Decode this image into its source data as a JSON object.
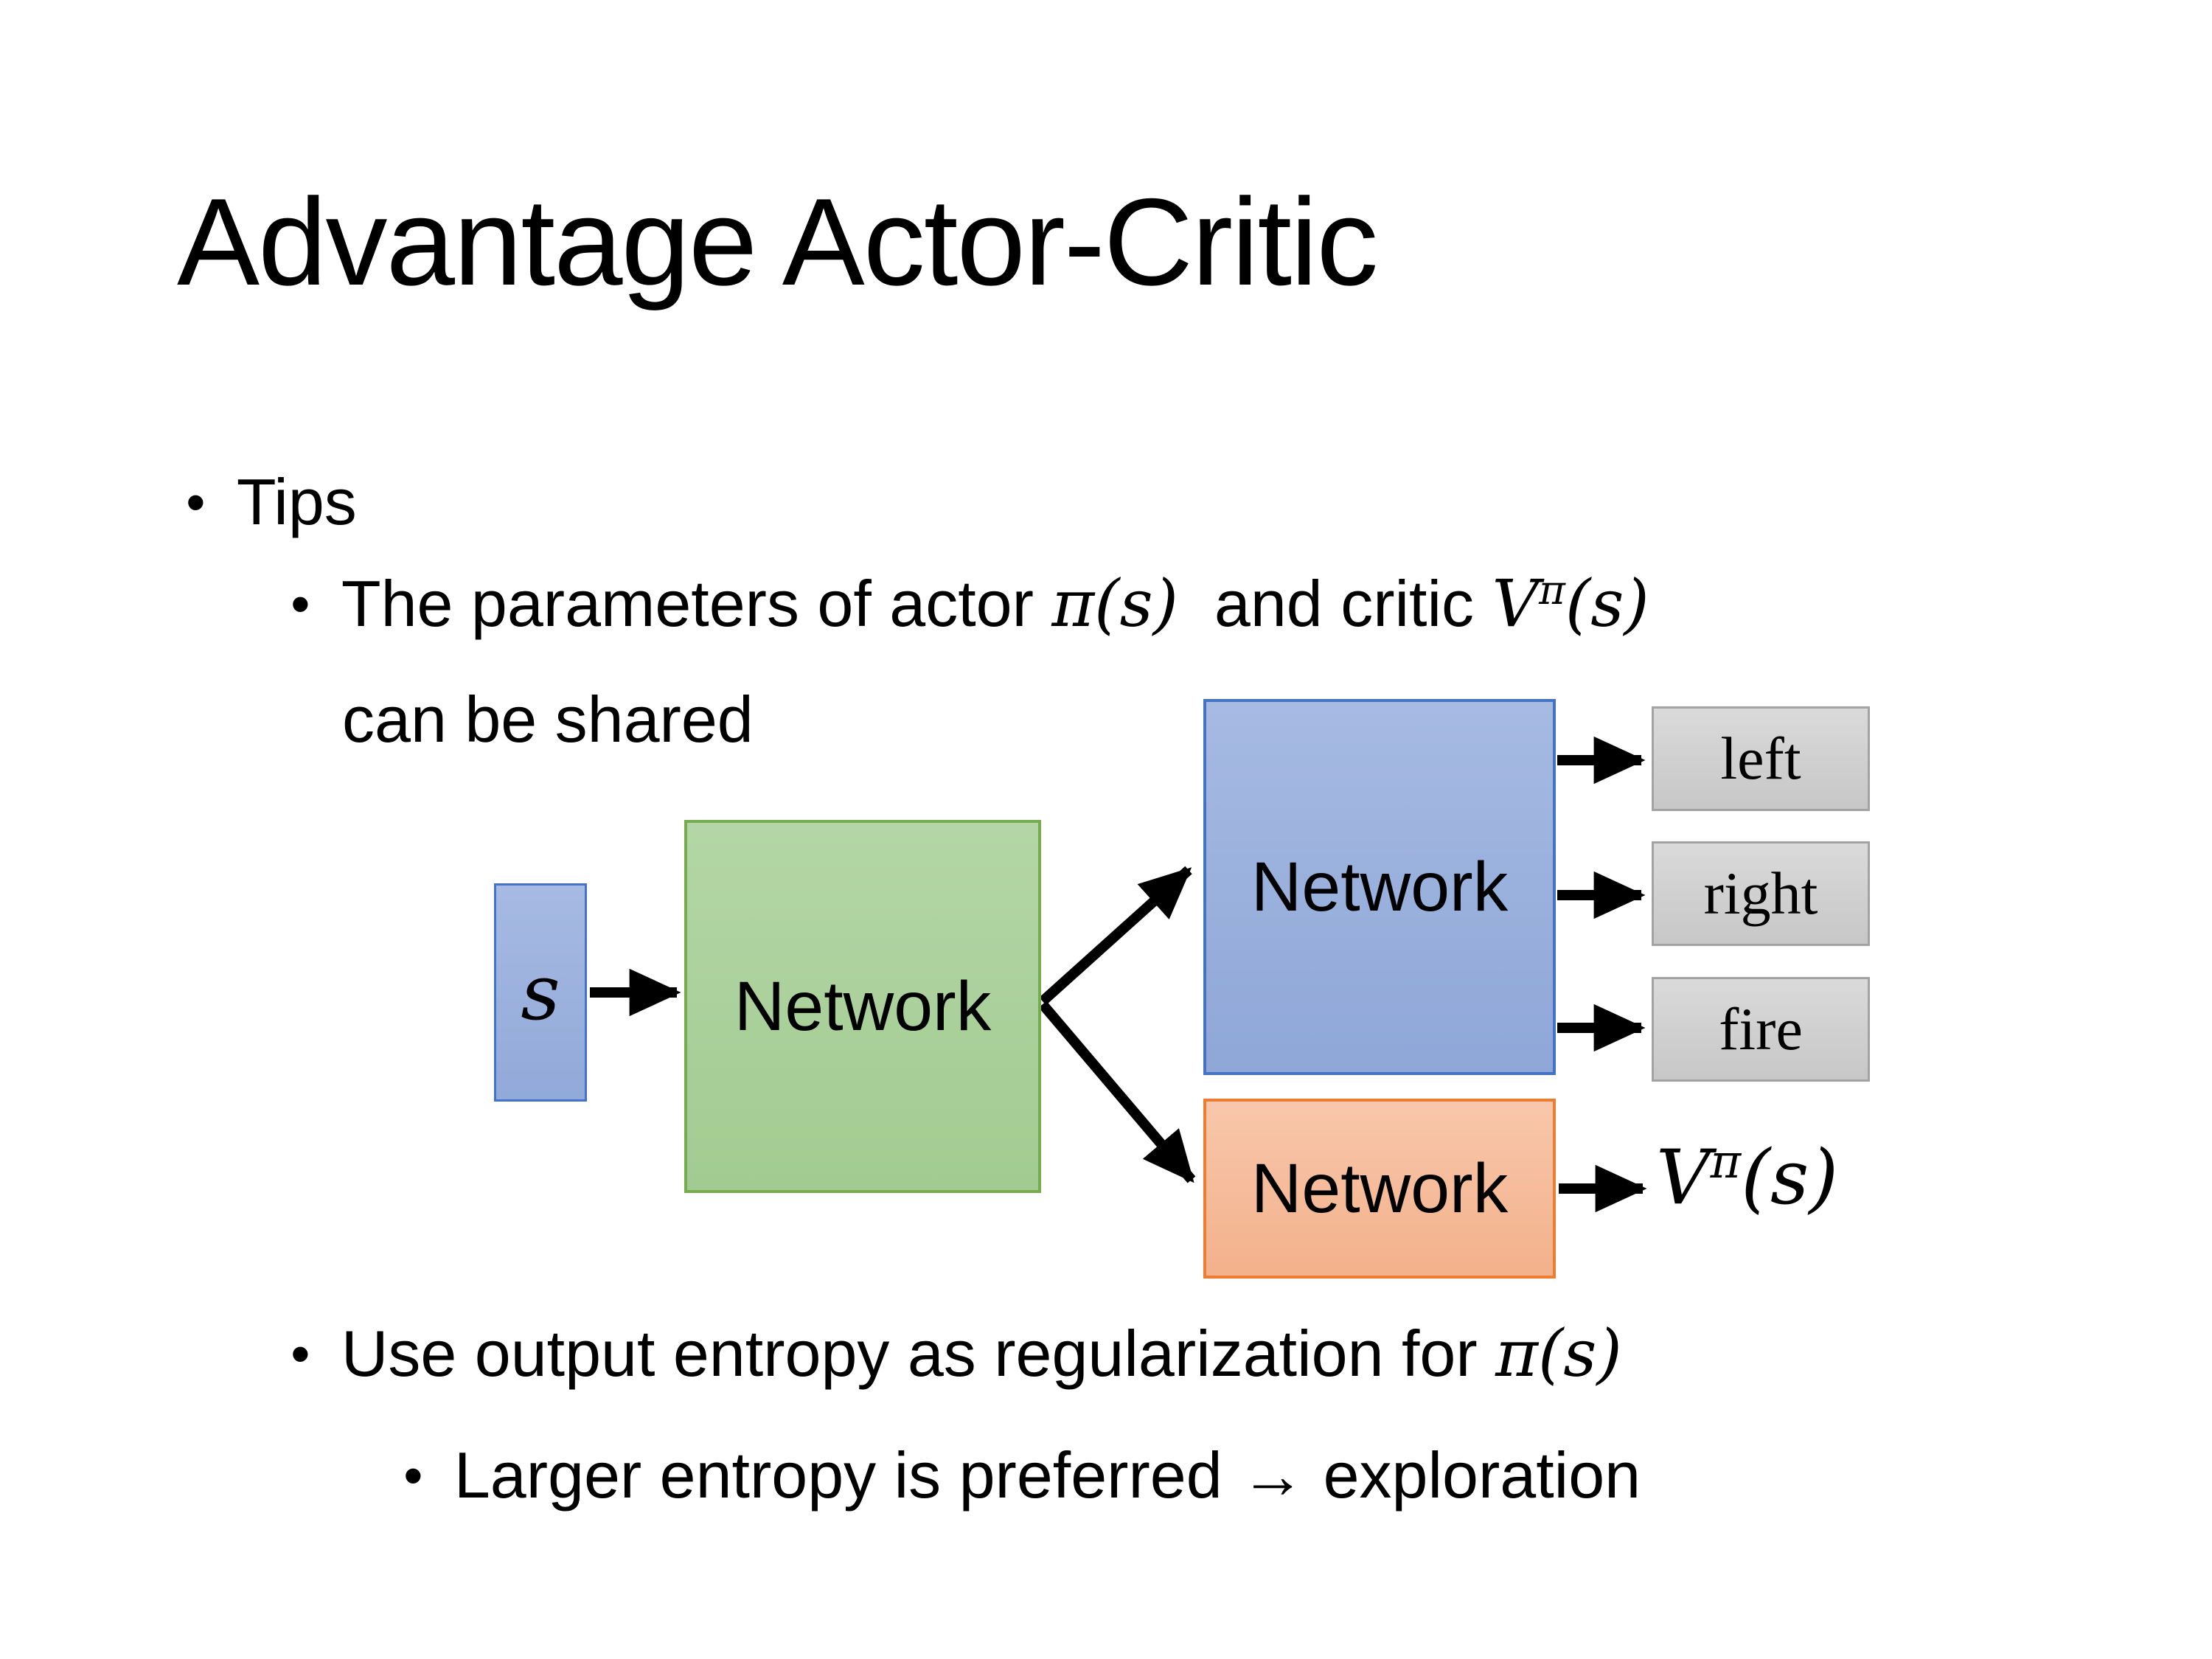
{
  "slide": {
    "title": "Advantage Actor-Critic",
    "bullets": {
      "marker": "•",
      "tips": "Tips",
      "b1_text1": "The parameters of actor ",
      "b1_math1": "π(s)",
      "b1_text2": "  and critic ",
      "b1_v": "V",
      "b1_v_sup": "π",
      "b1_v_args": "(s)",
      "b1_cont": "can be shared",
      "b2_text1": "Use output entropy as regularization for ",
      "b2_math1": "π(s)",
      "b3_text": "Larger entropy is preferred → exploration"
    }
  },
  "diagram": {
    "state_label": "s",
    "shared_network_label": "Network",
    "actor_network_label": "Network",
    "critic_network_label": "Network",
    "actions": [
      "left",
      "right",
      "fire"
    ],
    "value_v": "V",
    "value_sup": "π",
    "value_args": "(s)",
    "colors": {
      "state_fill": "#9db4e0",
      "state_border": "#4472c4",
      "shared_fill": "#abd19c",
      "shared_border": "#74ac4f",
      "actor_fill": "#9cb2df",
      "actor_border": "#4472c4",
      "critic_fill": "#f6bb9b",
      "critic_border": "#ed7d31",
      "action_fill": "#d2d2d2",
      "action_border": "#a3a3a3",
      "arrow": "#000000"
    }
  }
}
